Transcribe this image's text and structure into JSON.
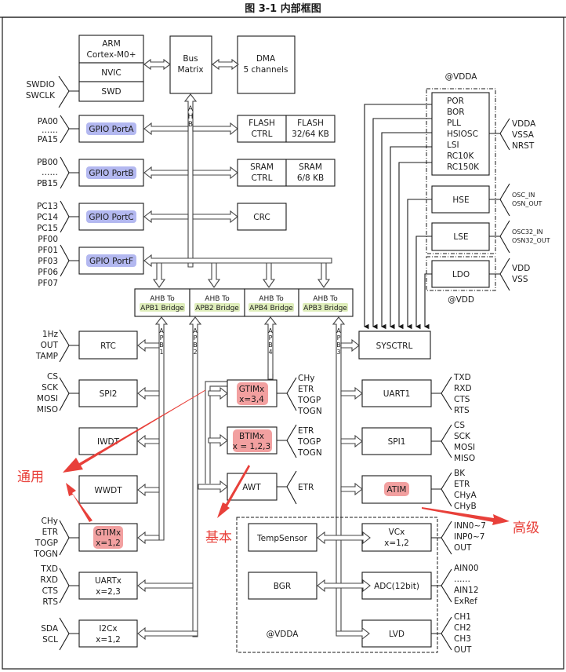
{
  "title": "图 3-1    内部框图",
  "core": {
    "cpu_line1": "ARM",
    "cpu_line2": "Cortex-M0+",
    "nvic": "NVIC",
    "swd": "SWD",
    "bus_matrix_line1": "Bus",
    "bus_matrix_line2": "Matrix",
    "dma_line1": "DMA",
    "dma_line2": "5 channels",
    "ahb_label": [
      "A",
      "H",
      "B"
    ]
  },
  "swd_pins": [
    "SWDIO",
    "SWCLK"
  ],
  "gpio": [
    {
      "label": "GPIO PortA",
      "pins": [
        "PA00",
        "……",
        "PA15"
      ]
    },
    {
      "label": "GPIO PortB",
      "pins": [
        "PB00",
        "……",
        "PB15"
      ]
    },
    {
      "label": "GPIO PortC",
      "pins": [
        "PC13",
        "PC14",
        "PC15"
      ]
    },
    {
      "label": "GPIO PortF",
      "pins": [
        "PF00",
        "PF01",
        "PF03",
        "PF06",
        "PF07"
      ]
    }
  ],
  "memory": {
    "flash_ctrl": [
      "FLASH",
      "CTRL"
    ],
    "flash": [
      "FLASH",
      "32/64 KB"
    ],
    "sram_ctrl": [
      "SRAM",
      "CTRL"
    ],
    "sram": [
      "SRAM",
      "6/8 KB"
    ],
    "crc": "CRC"
  },
  "clock": {
    "vdda_top_label": "@VDDA",
    "vdd_label": "@VDD",
    "osc_block": [
      "POR",
      "BOR",
      "PLL",
      "HSIOSC",
      "LSI",
      "RC10K",
      "RC150K"
    ],
    "osc_pins": [
      "VDDA",
      "VSSA",
      "NRST"
    ],
    "hse": "HSE",
    "hse_pins": [
      "OSC_IN",
      "OSN_OUT"
    ],
    "lse": "LSE",
    "lse_pins": [
      "OSC32_IN",
      "OSN32_OUT"
    ],
    "ldo": "LDO",
    "ldo_pins": [
      "VDD",
      "VSS"
    ],
    "sysctrl": "SYSCTRL"
  },
  "bridges": [
    {
      "line1": "AHB To",
      "line2": "APB1 Bridge",
      "bus": [
        "A",
        "P",
        "B",
        "1"
      ]
    },
    {
      "line1": "AHB To",
      "line2": "APB2 Bridge",
      "bus": [
        "A",
        "P",
        "B",
        "2"
      ]
    },
    {
      "line1": "AHB To",
      "line2": "APB4 Bridge",
      "bus": [
        "A",
        "P",
        "B",
        "4"
      ]
    },
    {
      "line1": "AHB To",
      "line2": "APB3 Bridge",
      "bus": [
        "A",
        "P",
        "B",
        "3"
      ]
    }
  ],
  "left_peripherals": [
    {
      "name": "RTC",
      "pins": [
        "1Hz",
        "OUT",
        "TAMP"
      ]
    },
    {
      "name": "SPI2",
      "pins": [
        "CS",
        "SCK",
        "MOSI",
        "MISO"
      ]
    },
    {
      "name": "IWDT",
      "pins": []
    },
    {
      "name": "WWDT",
      "pins": []
    },
    {
      "name": "GTIMx",
      "sub": "x=1,2",
      "pins": [
        "CHy",
        "ETR",
        "TOGP",
        "TOGN"
      ]
    },
    {
      "name": "UARTx",
      "sub": "x=2,3",
      "pins": [
        "TXD",
        "RXD",
        "CTS",
        "RTS"
      ]
    },
    {
      "name": "I2Cx",
      "sub": "x=1,2",
      "pins": [
        "SDA",
        "SCL"
      ]
    }
  ],
  "mid_peripherals": [
    {
      "name": "GTIMx",
      "sub": "x=3,4",
      "pins": [
        "CHy",
        "ETR",
        "TOGP",
        "TOGN"
      ]
    },
    {
      "name": "BTIMx",
      "sub": "x = 1,2,3",
      "pins": [
        "ETR",
        "TOGP",
        "TOGN"
      ]
    },
    {
      "name": "AWT",
      "pins": [
        "ETR"
      ]
    }
  ],
  "right_peripherals": [
    {
      "name": "UART1",
      "pins": [
        "TXD",
        "RXD",
        "CTS",
        "RTS"
      ]
    },
    {
      "name": "SPI1",
      "pins": [
        "CS",
        "SCK",
        "MOSI",
        "MISO"
      ]
    },
    {
      "name": "ATIM",
      "pins": [
        "BK",
        "ETR",
        "CHyA",
        "CHyB"
      ]
    }
  ],
  "analog": {
    "domain_label": "@VDDA",
    "tempsensor": "TempSensor",
    "bgr": "BGR",
    "vcx": [
      "VCx",
      "x=1,2"
    ],
    "vcx_pins": [
      "INN0~7",
      "INP0~7",
      "OUT"
    ],
    "adc": "ADC(12bit)",
    "adc_pins": [
      "AIN00",
      "……",
      "AIN12",
      "ExRef"
    ],
    "lvd": "LVD",
    "lvd_pins": [
      "CH1",
      "CH2",
      "CH3",
      "OUT"
    ]
  },
  "annotations": {
    "general": "通用",
    "basic": "基本",
    "advanced": "高级",
    "color": "#e8403a"
  }
}
